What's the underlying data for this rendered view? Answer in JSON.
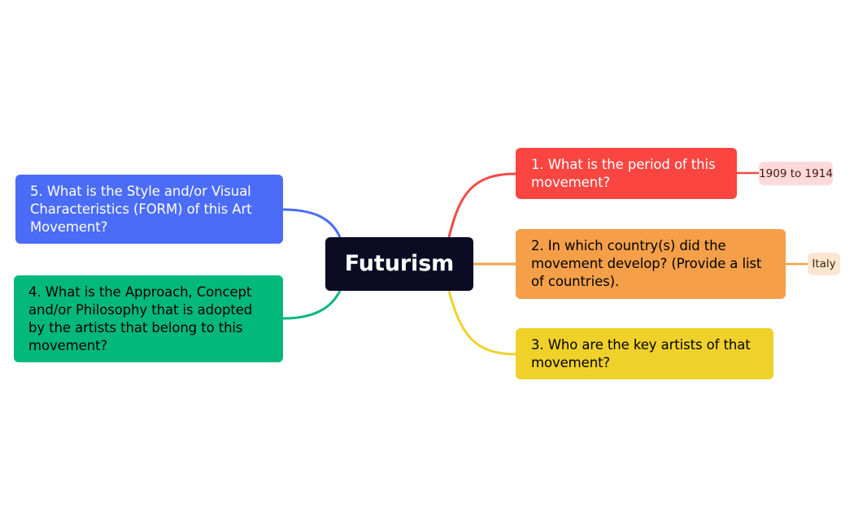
{
  "central_topic": {
    "label": "Futurism",
    "color": "#0b0b24"
  },
  "topics": [
    {
      "id": "topic-1",
      "label": "1. What is the period of this\nmovement?",
      "color": "#fa4541",
      "subtopic": {
        "label": "1909 to 1914",
        "color": "#fddada"
      }
    },
    {
      "id": "topic-2",
      "label": "2. In which country(s) did the\nmovement develop? (Provide a list\nof countries).",
      "color": "#f5a049",
      "subtopic": {
        "label": "Italy",
        "color": "#fde6d0"
      }
    },
    {
      "id": "topic-3",
      "label": "3. Who are the key artists of that\nmovement?",
      "color": "#f0d12a"
    },
    {
      "id": "topic-4",
      "label": "4. What is the Approach, Concept\nand/or Philosophy that is adopted\nby the artists that belong to this\nmovement?",
      "color": "#03b87b"
    },
    {
      "id": "topic-5",
      "label": "5. What is the Style and/or Visual\nCharacteristics (FORM) of this Art\nMovement?",
      "color": "#4a6cf7"
    }
  ]
}
